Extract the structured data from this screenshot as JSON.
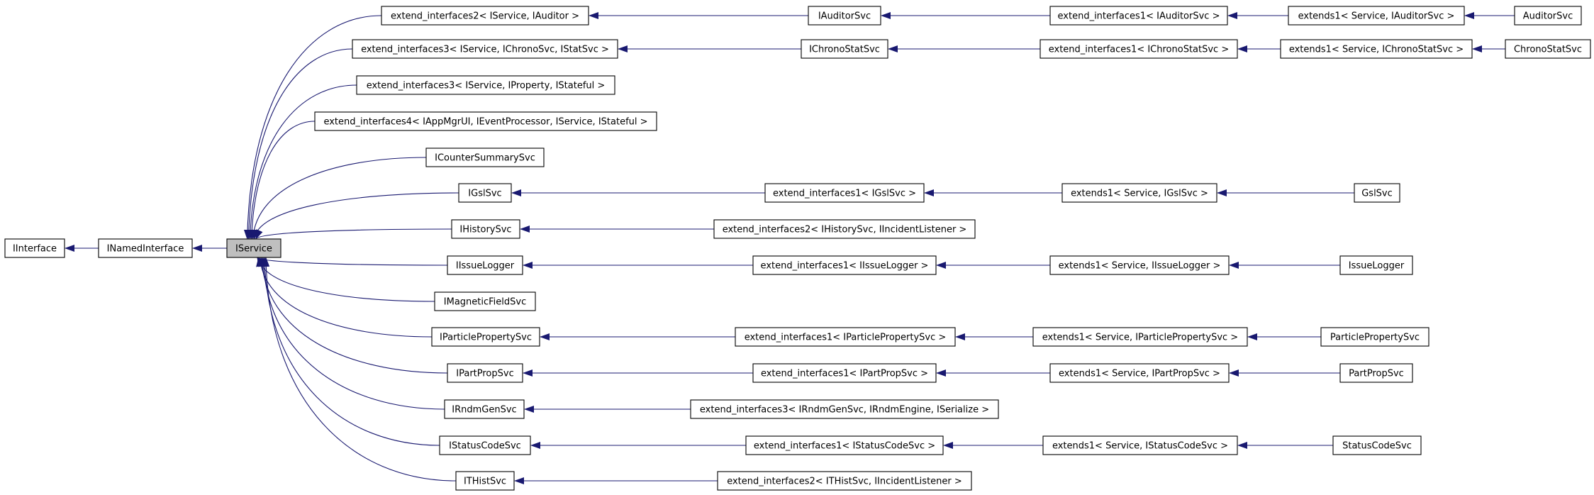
{
  "diagram": {
    "type": "class-inheritance-graph",
    "colors": {
      "edge": "#191970",
      "focus_fill": "#bfbfbf",
      "node_border": "#000000",
      "background": "#ffffff"
    },
    "nodes": {
      "iinterface": "IInterface",
      "inamedinterface": "INamedInterface",
      "iservice": "IService",
      "ext2_iservice_iauditor": "extend_interfaces2< IService, IAuditor >",
      "iauditorsvc": "IAuditorSvc",
      "ext1_iauditorsvc": "extend_interfaces1< IAuditorSvc >",
      "extends1_service_iauditorsvc": "extends1< Service, IAuditorSvc >",
      "auditorsvc": "AuditorSvc",
      "ext3_iservice_ichronosvc_istatsvc": "extend_interfaces3< IService, IChronoSvc, IStatSvc >",
      "ichronostatsvc": "IChronoStatSvc",
      "ext1_ichronostatsvc": "extend_interfaces1< IChronoStatSvc >",
      "extends1_service_ichronostatsvc": "extends1< Service, IChronoStatSvc >",
      "chronostatsvc": "ChronoStatSvc",
      "ext3_iservice_iproperty_istateful": "extend_interfaces3< IService, IProperty, IStateful >",
      "ext4_iappmgrui": "extend_interfaces4< IAppMgrUI, IEventProcessor, IService, IStateful >",
      "icountersummarysvc": "ICounterSummarySvc",
      "igslsvc": "IGslSvc",
      "ext1_igslsvc": "extend_interfaces1< IGslSvc >",
      "extends1_service_igslsvc": "extends1< Service, IGslSvc >",
      "gslsvc": "GslSvc",
      "ihistorysvc": "IHistorySvc",
      "ext2_ihistorysvc_iincidentlistener": "extend_interfaces2< IHistorySvc, IIncidentListener >",
      "iissuelogger": "IIssueLogger",
      "ext1_iissuelogger": "extend_interfaces1< IIssueLogger >",
      "extends1_service_iissuelogger": "extends1< Service, IIssueLogger >",
      "issuelogger": "IssueLogger",
      "imagneticfieldsvc": "IMagneticFieldSvc",
      "iparticlepropertysvc": "IParticlePropertySvc",
      "ext1_iparticlepropertysvc": "extend_interfaces1< IParticlePropertySvc >",
      "extends1_service_iparticlepropertysvc": "extends1< Service, IParticlePropertySvc >",
      "particlepropertysvc": "ParticlePropertySvc",
      "ipartpropsvc": "IPartPropSvc",
      "ext1_ipartpropsvc": "extend_interfaces1< IPartPropSvc >",
      "extends1_service_ipartpropsvc": "extends1< Service, IPartPropSvc >",
      "partpropsvc": "PartPropSvc",
      "irndmgensvc": "IRndmGenSvc",
      "ext3_irndmgensvc": "extend_interfaces3< IRndmGenSvc, IRndmEngine, ISerialize >",
      "istatuscodesvc": "IStatusCodeSvc",
      "ext1_istatuscodesvc": "extend_interfaces1< IStatusCodeSvc >",
      "extends1_service_istatuscodesvc": "extends1< Service, IStatusCodeSvc >",
      "statuscodesvc": "StatusCodeSvc",
      "ithistsvc": "ITHistSvc",
      "ext2_ithistsvc_iincidentlistener": "extend_interfaces2< ITHistSvc, IIncidentListener >"
    },
    "edges": [
      [
        "inamedinterface",
        "iinterface"
      ],
      [
        "iservice",
        "inamedinterface"
      ],
      [
        "ext2_iservice_iauditor",
        "iservice"
      ],
      [
        "ext3_iservice_ichronosvc_istatsvc",
        "iservice"
      ],
      [
        "ext3_iservice_iproperty_istateful",
        "iservice"
      ],
      [
        "ext4_iappmgrui",
        "iservice"
      ],
      [
        "icountersummarysvc",
        "iservice"
      ],
      [
        "igslsvc",
        "iservice"
      ],
      [
        "ihistorysvc",
        "iservice"
      ],
      [
        "iissuelogger",
        "iservice"
      ],
      [
        "imagneticfieldsvc",
        "iservice"
      ],
      [
        "iparticlepropertysvc",
        "iservice"
      ],
      [
        "ipartpropsvc",
        "iservice"
      ],
      [
        "irndmgensvc",
        "iservice"
      ],
      [
        "istatuscodesvc",
        "iservice"
      ],
      [
        "ithistsvc",
        "iservice"
      ],
      [
        "iauditorsvc",
        "ext2_iservice_iauditor"
      ],
      [
        "ext1_iauditorsvc",
        "iauditorsvc"
      ],
      [
        "extends1_service_iauditorsvc",
        "ext1_iauditorsvc"
      ],
      [
        "auditorsvc",
        "extends1_service_iauditorsvc"
      ],
      [
        "ichronostatsvc",
        "ext3_iservice_ichronosvc_istatsvc"
      ],
      [
        "ext1_ichronostatsvc",
        "ichronostatsvc"
      ],
      [
        "extends1_service_ichronostatsvc",
        "ext1_ichronostatsvc"
      ],
      [
        "chronostatsvc",
        "extends1_service_ichronostatsvc"
      ],
      [
        "ext1_igslsvc",
        "igslsvc"
      ],
      [
        "extends1_service_igslsvc",
        "ext1_igslsvc"
      ],
      [
        "gslsvc",
        "extends1_service_igslsvc"
      ],
      [
        "ext2_ihistorysvc_iincidentlistener",
        "ihistorysvc"
      ],
      [
        "ext1_iissuelogger",
        "iissuelogger"
      ],
      [
        "extends1_service_iissuelogger",
        "ext1_iissuelogger"
      ],
      [
        "issuelogger",
        "extends1_service_iissuelogger"
      ],
      [
        "ext1_iparticlepropertysvc",
        "iparticlepropertysvc"
      ],
      [
        "extends1_service_iparticlepropertysvc",
        "ext1_iparticlepropertysvc"
      ],
      [
        "particlepropertysvc",
        "extends1_service_iparticlepropertysvc"
      ],
      [
        "ext1_ipartpropsvc",
        "ipartpropsvc"
      ],
      [
        "extends1_service_ipartpropsvc",
        "ext1_ipartpropsvc"
      ],
      [
        "partpropsvc",
        "extends1_service_ipartpropsvc"
      ],
      [
        "ext3_irndmgensvc",
        "irndmgensvc"
      ],
      [
        "ext1_istatuscodesvc",
        "istatuscodesvc"
      ],
      [
        "extends1_service_istatuscodesvc",
        "ext1_istatuscodesvc"
      ],
      [
        "statuscodesvc",
        "extends1_service_istatuscodesvc"
      ],
      [
        "ext2_ithistsvc_iincidentlistener",
        "ithistsvc"
      ]
    ]
  }
}
